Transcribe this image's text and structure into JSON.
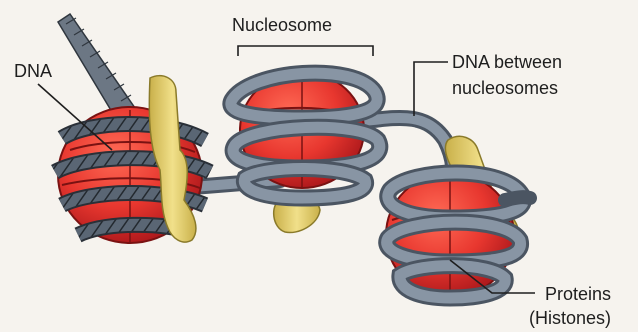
{
  "labels": {
    "dna": "DNA",
    "nucleosome": "Nucleosome",
    "dna_between_line1": "DNA between",
    "dna_between_line2": "nucleosomes",
    "proteins_line1": "Proteins",
    "proteins_line2": "(Histones)"
  },
  "colors": {
    "histone_red": "#e8372f",
    "histone_dark": "#b81d1a",
    "dna_gray": "#7d8a9a",
    "dna_dark": "#3f4a58",
    "protein_yellow": "#e8d26a",
    "background": "#f6f3ee"
  }
}
